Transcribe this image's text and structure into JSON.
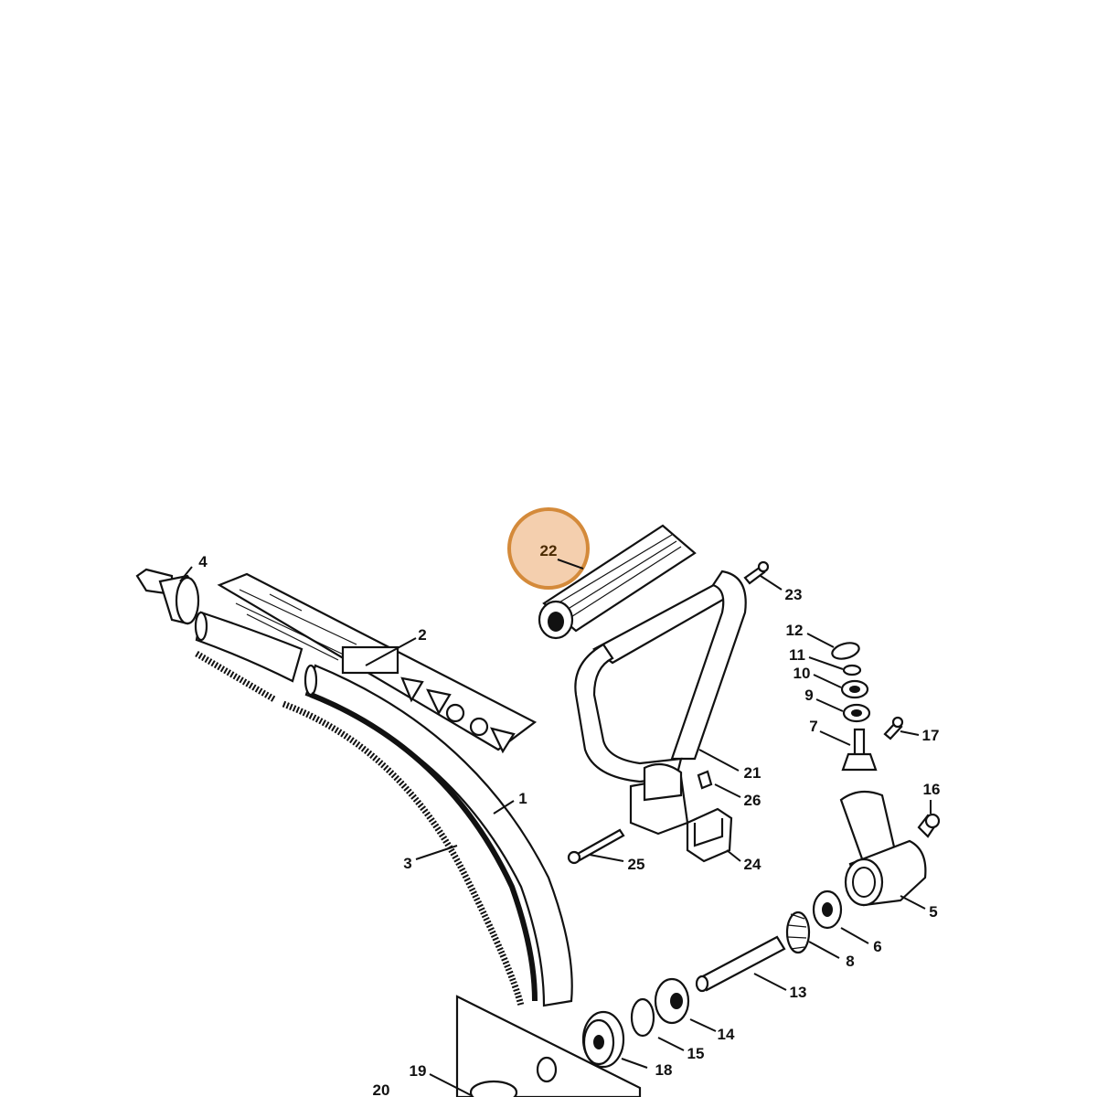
{
  "diagram": {
    "highlight": {
      "label": "22",
      "fill": "#f4cfae",
      "stroke": "#d48a3a"
    },
    "labels": [
      "1",
      "2",
      "3",
      "4",
      "5",
      "6",
      "7",
      "8",
      "9",
      "10",
      "11",
      "12",
      "13",
      "14",
      "15",
      "16",
      "17",
      "18",
      "19",
      "20",
      "21",
      "23",
      "24",
      "25",
      "26"
    ],
    "decal_warning_symbols": 5
  }
}
